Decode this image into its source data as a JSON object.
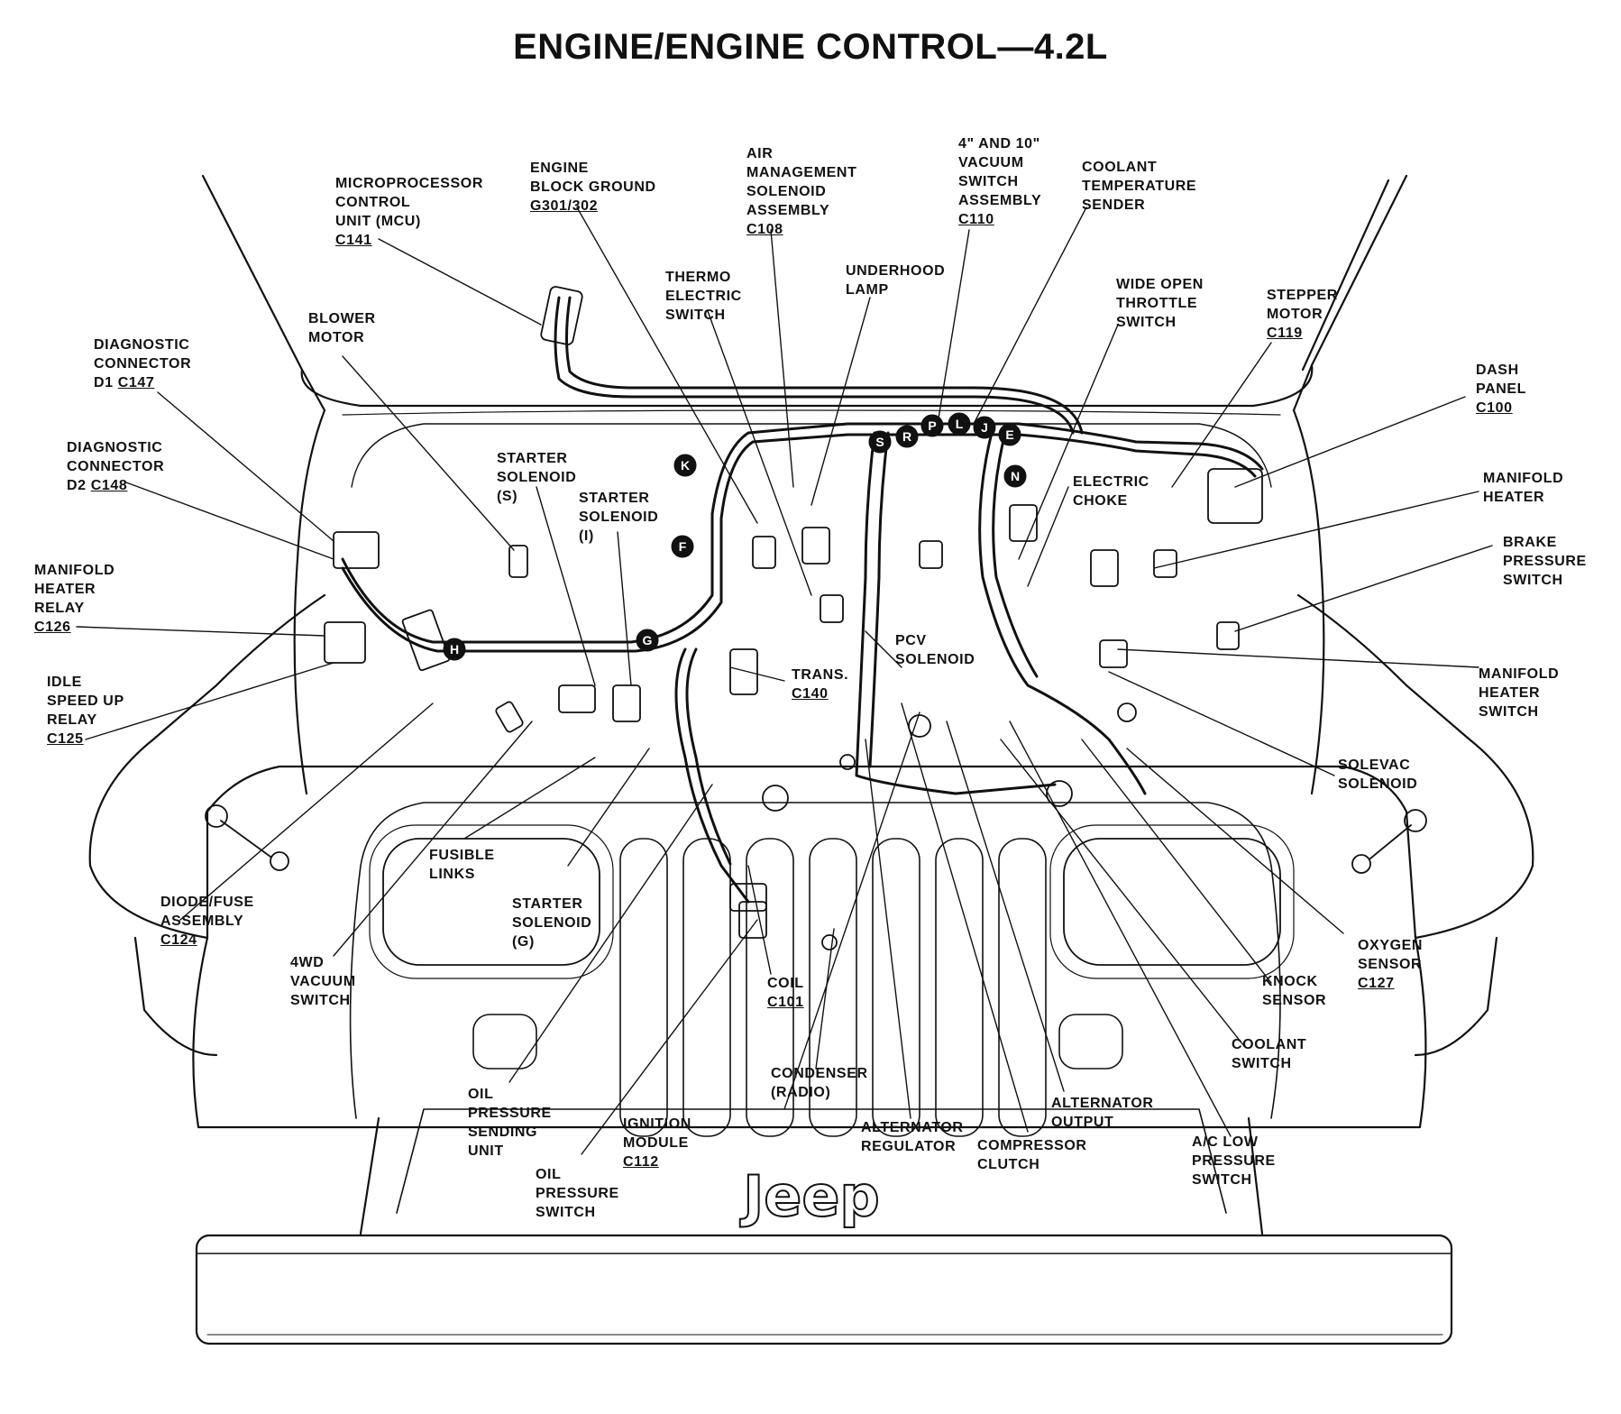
{
  "title": "ENGINE/ENGINE CONTROL—4.2L",
  "brand_text": "Jeep",
  "circuit_markers": [
    "S",
    "R",
    "P",
    "L",
    "J",
    "E",
    "N",
    "K",
    "F",
    "G",
    "H"
  ],
  "labels": {
    "mcu": {
      "lines": [
        "MICROPROCESSOR",
        "CONTROL",
        "UNIT (MCU)"
      ],
      "connector": "C141"
    },
    "engine_block_ground": {
      "lines": [
        "ENGINE",
        "BLOCK GROUND"
      ],
      "connector": "G301/302"
    },
    "air_mgmt_solenoid": {
      "lines": [
        "AIR",
        "MANAGEMENT",
        "SOLENOID",
        "ASSEMBLY"
      ],
      "connector": "C108"
    },
    "vacuum_switch_assembly": {
      "lines": [
        "4\" AND 10\"",
        "VACUUM",
        "SWITCH",
        "ASSEMBLY"
      ],
      "connector": "C110"
    },
    "coolant_temp_sender": {
      "lines": [
        "COOLANT",
        "TEMPERATURE",
        "SENDER"
      ]
    },
    "blower_motor": {
      "lines": [
        "BLOWER",
        "MOTOR"
      ]
    },
    "thermo_electric_switch": {
      "lines": [
        "THERMO",
        "ELECTRIC",
        "SWITCH"
      ]
    },
    "underhood_lamp": {
      "lines": [
        "UNDERHOOD",
        "LAMP"
      ]
    },
    "wide_open_throttle": {
      "lines": [
        "WIDE OPEN",
        "THROTTLE",
        "SWITCH"
      ]
    },
    "stepper_motor": {
      "lines": [
        "STEPPER",
        "MOTOR"
      ],
      "connector": "C119"
    },
    "diag_d1": {
      "lines": [
        "DIAGNOSTIC",
        "CONNECTOR"
      ],
      "connector_prefix": "D1",
      "connector": "C147"
    },
    "diag_d2": {
      "lines": [
        "DIAGNOSTIC",
        "CONNECTOR"
      ],
      "connector_prefix": "D2",
      "connector": "C148"
    },
    "dash_panel": {
      "lines": [
        "DASH",
        "PANEL"
      ],
      "connector": "C100"
    },
    "starter_solenoid_s": {
      "lines": [
        "STARTER",
        "SOLENOID",
        "(S)"
      ]
    },
    "starter_solenoid_i": {
      "lines": [
        "STARTER",
        "SOLENOID",
        "(I)"
      ]
    },
    "electric_choke": {
      "lines": [
        "ELECTRIC",
        "CHOKE"
      ]
    },
    "manifold_heater": {
      "lines": [
        "MANIFOLD",
        "HEATER"
      ]
    },
    "brake_pressure_switch": {
      "lines": [
        "BRAKE",
        "PRESSURE",
        "SWITCH"
      ]
    },
    "manifold_heater_relay": {
      "lines": [
        "MANIFOLD",
        "HEATER",
        "RELAY"
      ],
      "connector": "C126"
    },
    "trans": {
      "lines": [
        "TRANS."
      ],
      "connector": "C140"
    },
    "pcv_solenoid": {
      "lines": [
        "PCV",
        "SOLENOID"
      ]
    },
    "manifold_heater_switch": {
      "lines": [
        "MANIFOLD",
        "HEATER",
        "SWITCH"
      ]
    },
    "idle_speed_up_relay": {
      "lines": [
        "IDLE",
        "SPEED UP",
        "RELAY"
      ],
      "connector": "C125"
    },
    "solevac_solenoid": {
      "lines": [
        "SOLEVAC",
        "SOLENOID"
      ]
    },
    "fusible_links": {
      "lines": [
        "FUSIBLE",
        "LINKS"
      ]
    },
    "diode_fuse_assembly": {
      "lines": [
        "DIODE/FUSE",
        "ASSEMBLY"
      ],
      "connector": "C124"
    },
    "starter_solenoid_g": {
      "lines": [
        "STARTER",
        "SOLENOID",
        "(G)"
      ]
    },
    "oxygen_sensor": {
      "lines": [
        "OXYGEN",
        "SENSOR"
      ],
      "connector": "C127"
    },
    "four_wd_vacuum_switch": {
      "lines": [
        "4WD",
        "VACUUM",
        "SWITCH"
      ]
    },
    "coil": {
      "lines": [
        "COIL"
      ],
      "connector": "C101"
    },
    "knock_sensor": {
      "lines": [
        "KNOCK",
        "SENSOR"
      ]
    },
    "coolant_switch": {
      "lines": [
        "COOLANT",
        "SWITCH"
      ]
    },
    "condenser_radio": {
      "lines": [
        "CONDENSER",
        "(RADIO)"
      ]
    },
    "oil_pressure_sending_unit": {
      "lines": [
        "OIL",
        "PRESSURE",
        "SENDING",
        "UNIT"
      ]
    },
    "alternator_output": {
      "lines": [
        "ALTERNATOR",
        "OUTPUT"
      ]
    },
    "ignition_module": {
      "lines": [
        "IGNITION",
        "MODULE"
      ],
      "connector": "C112"
    },
    "alternator_regulator": {
      "lines": [
        "ALTERNATOR",
        "REGULATOR"
      ]
    },
    "compressor_clutch": {
      "lines": [
        "COMPRESSOR",
        "CLUTCH"
      ]
    },
    "ac_low_pressure_switch": {
      "lines": [
        "A/C LOW",
        "PRESSURE",
        "SWITCH"
      ]
    },
    "oil_pressure_switch": {
      "lines": [
        "OIL",
        "PRESSURE",
        "SWITCH"
      ]
    }
  }
}
